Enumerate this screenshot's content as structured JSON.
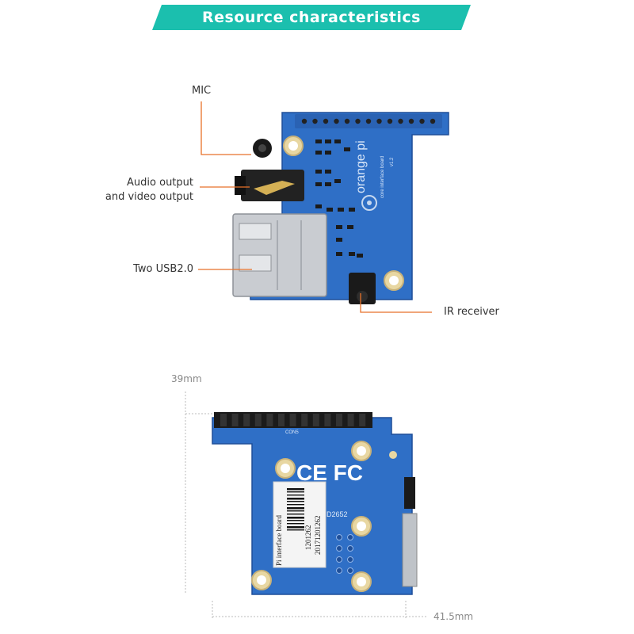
{
  "banner": {
    "title": "Resource characteristics",
    "color": "#1bbfae"
  },
  "callouts": {
    "mic": "MIC",
    "audio_line1": "Audio output",
    "audio_line2": "and video output",
    "usb": "Two USB2.0",
    "ir": "IR receiver",
    "line_color": "#e8722a"
  },
  "board_front": {
    "pcb_color": "#2e6fc4",
    "silk_brand": "orange pi",
    "silk_sub": "core interface board",
    "silk_ver": "v1.2"
  },
  "board_back": {
    "pcb_color": "#2e6fc4",
    "cert_marks": "CE FC",
    "sticker_line1": "Pi interface board",
    "sticker_line2": "1201262",
    "sticker_line3": "20171201262",
    "serial": "D2652",
    "header_silk": "CON5"
  },
  "dimensions": {
    "height": "39mm",
    "width": "41.5mm"
  }
}
